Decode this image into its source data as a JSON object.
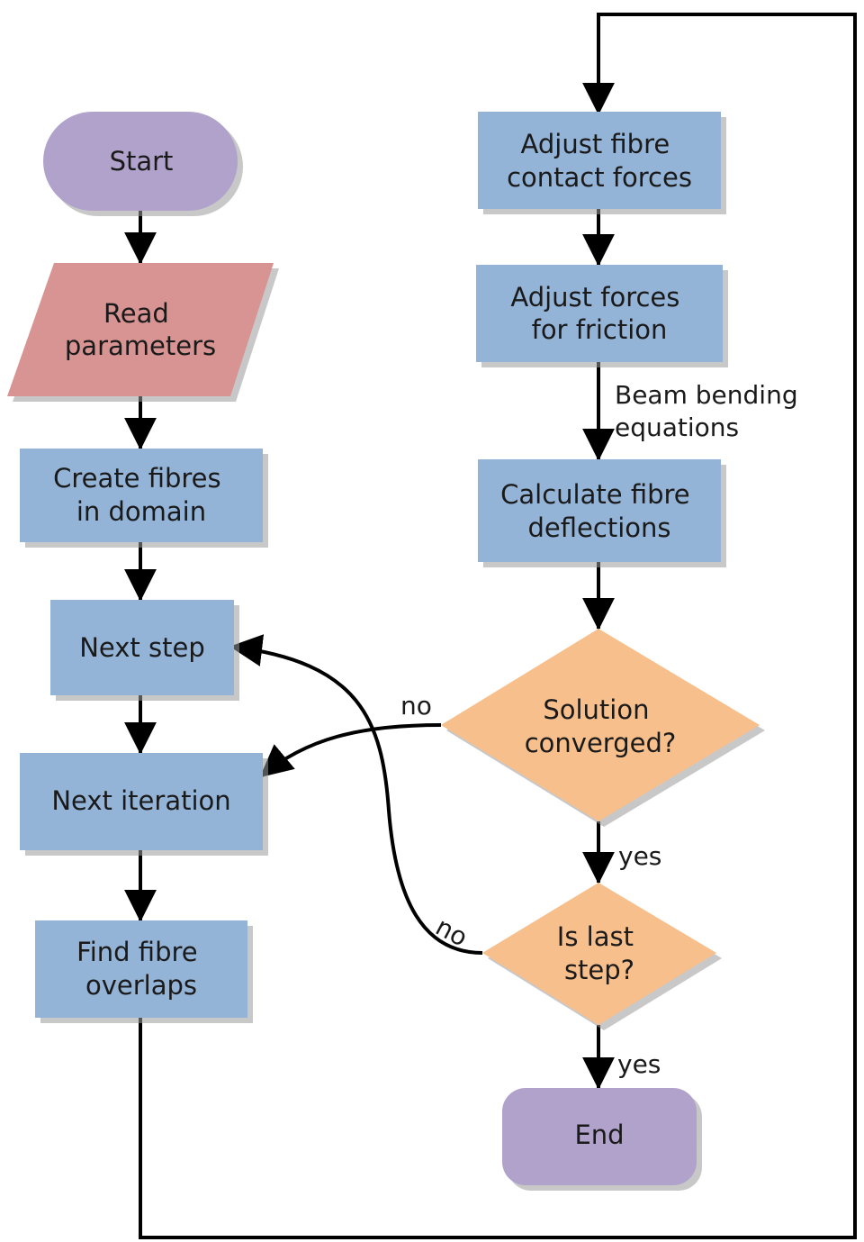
{
  "colors": {
    "process": "#93b3d7",
    "terminal": "#b1a2cb",
    "input": "#d79492",
    "decision": "#f7bf8c",
    "edge": "#000000",
    "shadow": "#9a9a9a"
  },
  "nodes": {
    "start": {
      "label": "Start",
      "shape": "terminal"
    },
    "read_parameters": {
      "lines": [
        "Read",
        "parameters"
      ],
      "shape": "parallelogram"
    },
    "create_fibres": {
      "lines": [
        "Create fibres",
        "in domain"
      ],
      "shape": "process"
    },
    "next_step": {
      "label": "Next step",
      "shape": "process"
    },
    "next_iteration": {
      "label": "Next iteration",
      "shape": "process"
    },
    "find_overlaps": {
      "lines": [
        "Find fibre",
        "overlaps"
      ],
      "shape": "process"
    },
    "adjust_contact": {
      "lines": [
        "Adjust fibre",
        "contact forces"
      ],
      "shape": "process"
    },
    "adjust_friction": {
      "lines": [
        "Adjust forces",
        "for friction"
      ],
      "shape": "process"
    },
    "calc_deflections": {
      "lines": [
        "Calculate fibre",
        "deflections"
      ],
      "shape": "process"
    },
    "solution_converged": {
      "lines": [
        "Solution",
        "converged?"
      ],
      "shape": "decision"
    },
    "is_last_step": {
      "lines": [
        "Is last",
        "step?"
      ],
      "shape": "decision"
    },
    "end": {
      "label": "End",
      "shape": "terminal"
    }
  },
  "edge_labels": {
    "beam_bending": [
      "Beam bending",
      "equations"
    ],
    "converged_no": "no",
    "converged_yes": "yes",
    "last_step_no": "no",
    "last_step_yes": "yes"
  }
}
